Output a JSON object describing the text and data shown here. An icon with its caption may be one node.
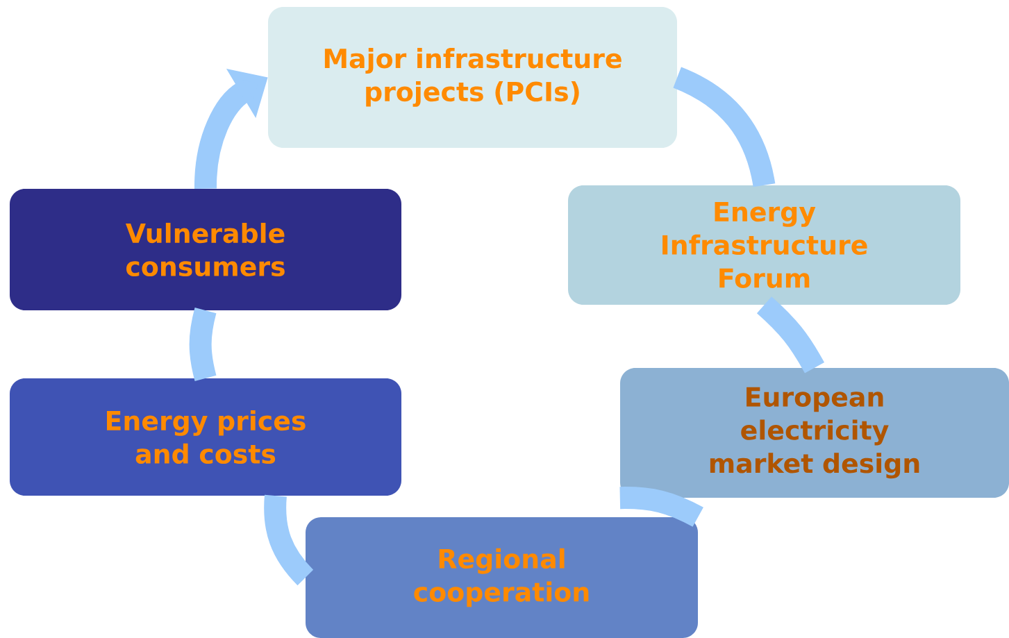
{
  "diagram": {
    "nodes": [
      {
        "text": [
          "Major infrastructure projects (PCIs)"
        ]
      },
      {
        "text": [
          "Energy Infrastructure Forum"
        ]
      },
      {
        "text": [
          "European electricity market design"
        ]
      },
      {
        "text": [
          "Regional cooperation"
        ]
      },
      {
        "text": [
          "Energy prices and costs"
        ]
      },
      {
        "text": [
          "Vulnerable consumers"
        ]
      }
    ],
    "edges": [
      {
        "from": 0,
        "to": 1,
        "arrow": "none"
      },
      {
        "from": 1,
        "to": 2,
        "arrow": "none"
      },
      {
        "from": 2,
        "to": 3,
        "arrow": "none"
      },
      {
        "from": 3,
        "to": 4,
        "arrow": "none"
      },
      {
        "from": 4,
        "to": 5,
        "arrow": "none"
      },
      {
        "from": 5,
        "to": 0,
        "arrow": "to"
      }
    ]
  }
}
